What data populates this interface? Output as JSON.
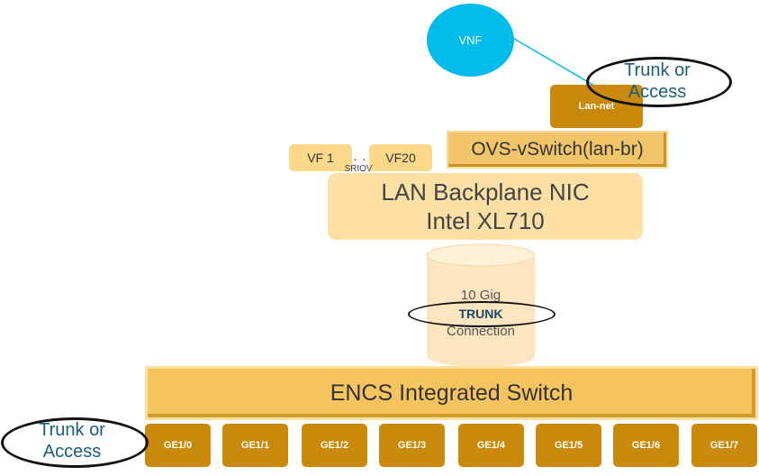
{
  "vnf": {
    "label": "VNF"
  },
  "lan_net": {
    "label": "Lan-net"
  },
  "trunk_or_access_top": {
    "line1": "Trunk or",
    "line2": "Access"
  },
  "trunk_or_access_bottom": {
    "line1": "Trunk or",
    "line2": "Access"
  },
  "ovs": {
    "label": "OVS-vSwitch(lan-br)"
  },
  "sriov": {
    "vf1": "VF 1",
    "dots": ". . .",
    "vf20": "VF20",
    "label": "SRIOV"
  },
  "nic": {
    "line1": "LAN Backplane NIC",
    "line2": "Intel XL710"
  },
  "connection": {
    "line1": "10 Gig",
    "line2": "TRUNK",
    "line3": "Connection"
  },
  "encs": {
    "label": "ENCS Integrated Switch"
  },
  "ports": [
    "GE1/0",
    "GE1/1",
    "GE1/2",
    "GE1/3",
    "GE1/4",
    "GE1/5",
    "GE1/6",
    "GE1/7"
  ],
  "colors": {
    "vnf": "#00bceb",
    "port": "#c98a0b",
    "switch": "#f6c45e",
    "nic": "#fde0a6",
    "trunk_text": "#1a5f7a"
  }
}
